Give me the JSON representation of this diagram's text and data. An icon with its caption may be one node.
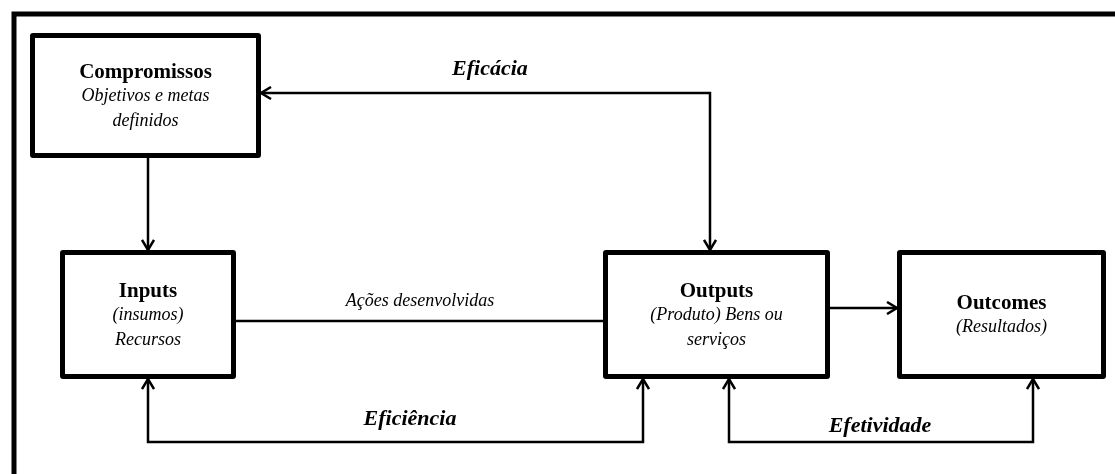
{
  "diagram": {
    "nodes": [
      {
        "text": [
          "Compromissos",
          "Objetivos e metas definidos"
        ]
      },
      {
        "text": [
          "Inputs",
          "(insumos) Recursos"
        ]
      },
      {
        "text": [
          "Outputs",
          "(Produto) Bens ou serviços"
        ]
      },
      {
        "text": [
          "Outcomes",
          "(Resultados)"
        ]
      }
    ],
    "edges": [
      {
        "from": 0,
        "to": 1,
        "arrow": "to"
      },
      {
        "from": 0,
        "to": 2,
        "arrow": "both",
        "label": "Eficácia"
      },
      {
        "from": 1,
        "to": 2,
        "arrow": "none",
        "label": "Ações desenvolvidas"
      },
      {
        "from": 2,
        "to": 3,
        "arrow": "to"
      },
      {
        "from": 1,
        "to": 2,
        "arrow": "both",
        "label": "Eficiência"
      },
      {
        "from": 2,
        "to": 3,
        "arrow": "both",
        "label": "Efetividade"
      }
    ]
  }
}
